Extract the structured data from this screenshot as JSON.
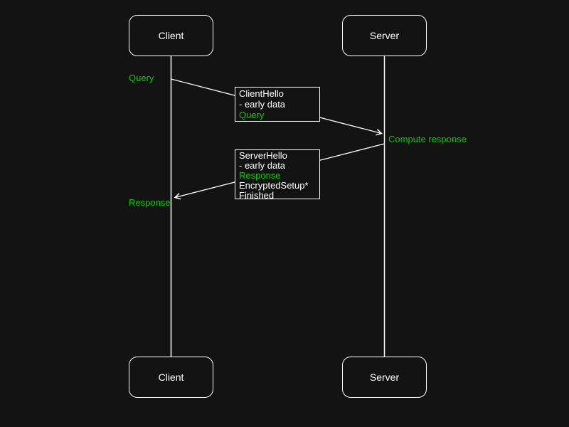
{
  "diagram": {
    "actors": {
      "client": "Client",
      "server": "Server"
    },
    "labels": {
      "query": "Query",
      "compute_response": "Compute response",
      "response": "Response"
    },
    "messages": {
      "client_hello": {
        "lines": [
          "ClientHello",
          "- early data",
          "Query"
        ]
      },
      "server_hello": {
        "lines": [
          "ServerHello",
          "- early data",
          "Response",
          "EncryptedSetup*",
          "Finished"
        ]
      }
    },
    "colors": {
      "bg": "#131313",
      "stroke": "#ffffff",
      "text": "#ffffff",
      "highlight": "#00cc00"
    }
  }
}
